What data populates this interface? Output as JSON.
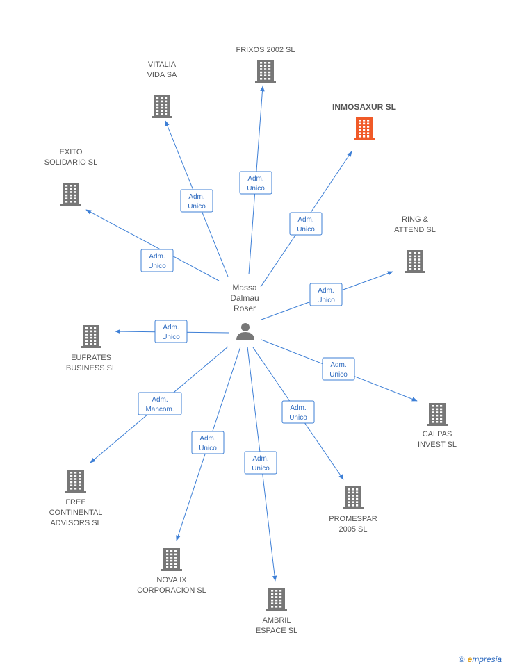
{
  "colors": {
    "edge": "#3d7fd6",
    "node": "#777777",
    "highlight": "#f05a28",
    "text": "#555555"
  },
  "center": {
    "lines": [
      "Massa",
      "Dalmau",
      "Roser"
    ],
    "icon": "person-icon"
  },
  "nodes": [
    {
      "id": "frixos",
      "lines": [
        "FRIXOS 2002 SL"
      ],
      "highlight": false
    },
    {
      "id": "vitalia",
      "lines": [
        "VITALIA",
        "VIDA SA"
      ],
      "highlight": false
    },
    {
      "id": "inmosaxur",
      "lines": [
        "INMOSAXUR SL"
      ],
      "highlight": true
    },
    {
      "id": "exito",
      "lines": [
        "EXITO",
        "SOLIDARIO SL"
      ],
      "highlight": false
    },
    {
      "id": "ring",
      "lines": [
        "RING &",
        "ATTEND SL"
      ],
      "highlight": false
    },
    {
      "id": "eufrates",
      "lines": [
        "EUFRATES",
        "BUSINESS SL"
      ],
      "highlight": false
    },
    {
      "id": "calpas",
      "lines": [
        "CALPAS",
        "INVEST SL"
      ],
      "highlight": false
    },
    {
      "id": "free",
      "lines": [
        "FREE",
        "CONTINENTAL",
        "ADVISORS SL"
      ],
      "highlight": false
    },
    {
      "id": "promespar",
      "lines": [
        "PROMESPAR",
        "2005 SL"
      ],
      "highlight": false
    },
    {
      "id": "nova",
      "lines": [
        "NOVA IX",
        "CORPORACION SL"
      ],
      "highlight": false
    },
    {
      "id": "ambril",
      "lines": [
        "AMBRIL",
        "ESPACE SL"
      ],
      "highlight": false
    }
  ],
  "edges": [
    {
      "to": "frixos",
      "lines": [
        "Adm.",
        "Unico"
      ]
    },
    {
      "to": "vitalia",
      "lines": [
        "Adm.",
        "Unico"
      ]
    },
    {
      "to": "inmosaxur",
      "lines": [
        "Adm.",
        "Unico"
      ]
    },
    {
      "to": "exito",
      "lines": [
        "Adm.",
        "Unico"
      ]
    },
    {
      "to": "ring",
      "lines": [
        "Adm.",
        "Unico"
      ]
    },
    {
      "to": "eufrates",
      "lines": [
        "Adm.",
        "Unico"
      ]
    },
    {
      "to": "calpas",
      "lines": [
        "Adm.",
        "Unico"
      ]
    },
    {
      "to": "free",
      "lines": [
        "Adm.",
        "Mancom."
      ]
    },
    {
      "to": "promespar",
      "lines": [
        "Adm.",
        "Unico"
      ]
    },
    {
      "to": "nova",
      "lines": [
        "Adm.",
        "Unico"
      ]
    },
    {
      "to": "ambril",
      "lines": [
        "Adm.",
        "Unico"
      ]
    }
  ],
  "watermark": {
    "copyright": "©",
    "brand_initial": "e",
    "brand_rest": "mpresia"
  }
}
